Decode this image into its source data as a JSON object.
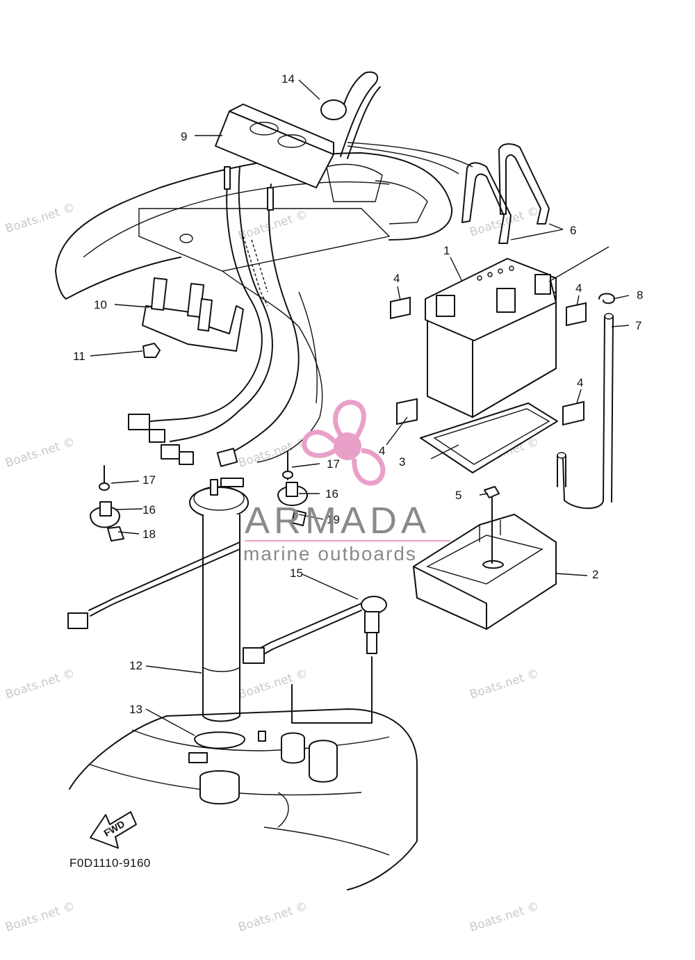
{
  "callouts": [
    "1",
    "2",
    "3",
    "4",
    "4",
    "4",
    "4",
    "5",
    "6",
    "7",
    "8",
    "9",
    "10",
    "11",
    "12",
    "13",
    "14",
    "15",
    "16",
    "16",
    "17",
    "17",
    "18",
    "19"
  ],
  "diagram_code": "F0D1110-9160",
  "direction_marker": "FWD",
  "watermark_text": "Boats.net ©",
  "logo": {
    "name": "ARMADA",
    "tagline": "marine outboards",
    "accent_color": "#e8a0c8",
    "text_color": "#8a8a8a"
  },
  "colors": {
    "line": "#111111",
    "watermark": "#c9c9c9",
    "background": "#ffffff"
  }
}
